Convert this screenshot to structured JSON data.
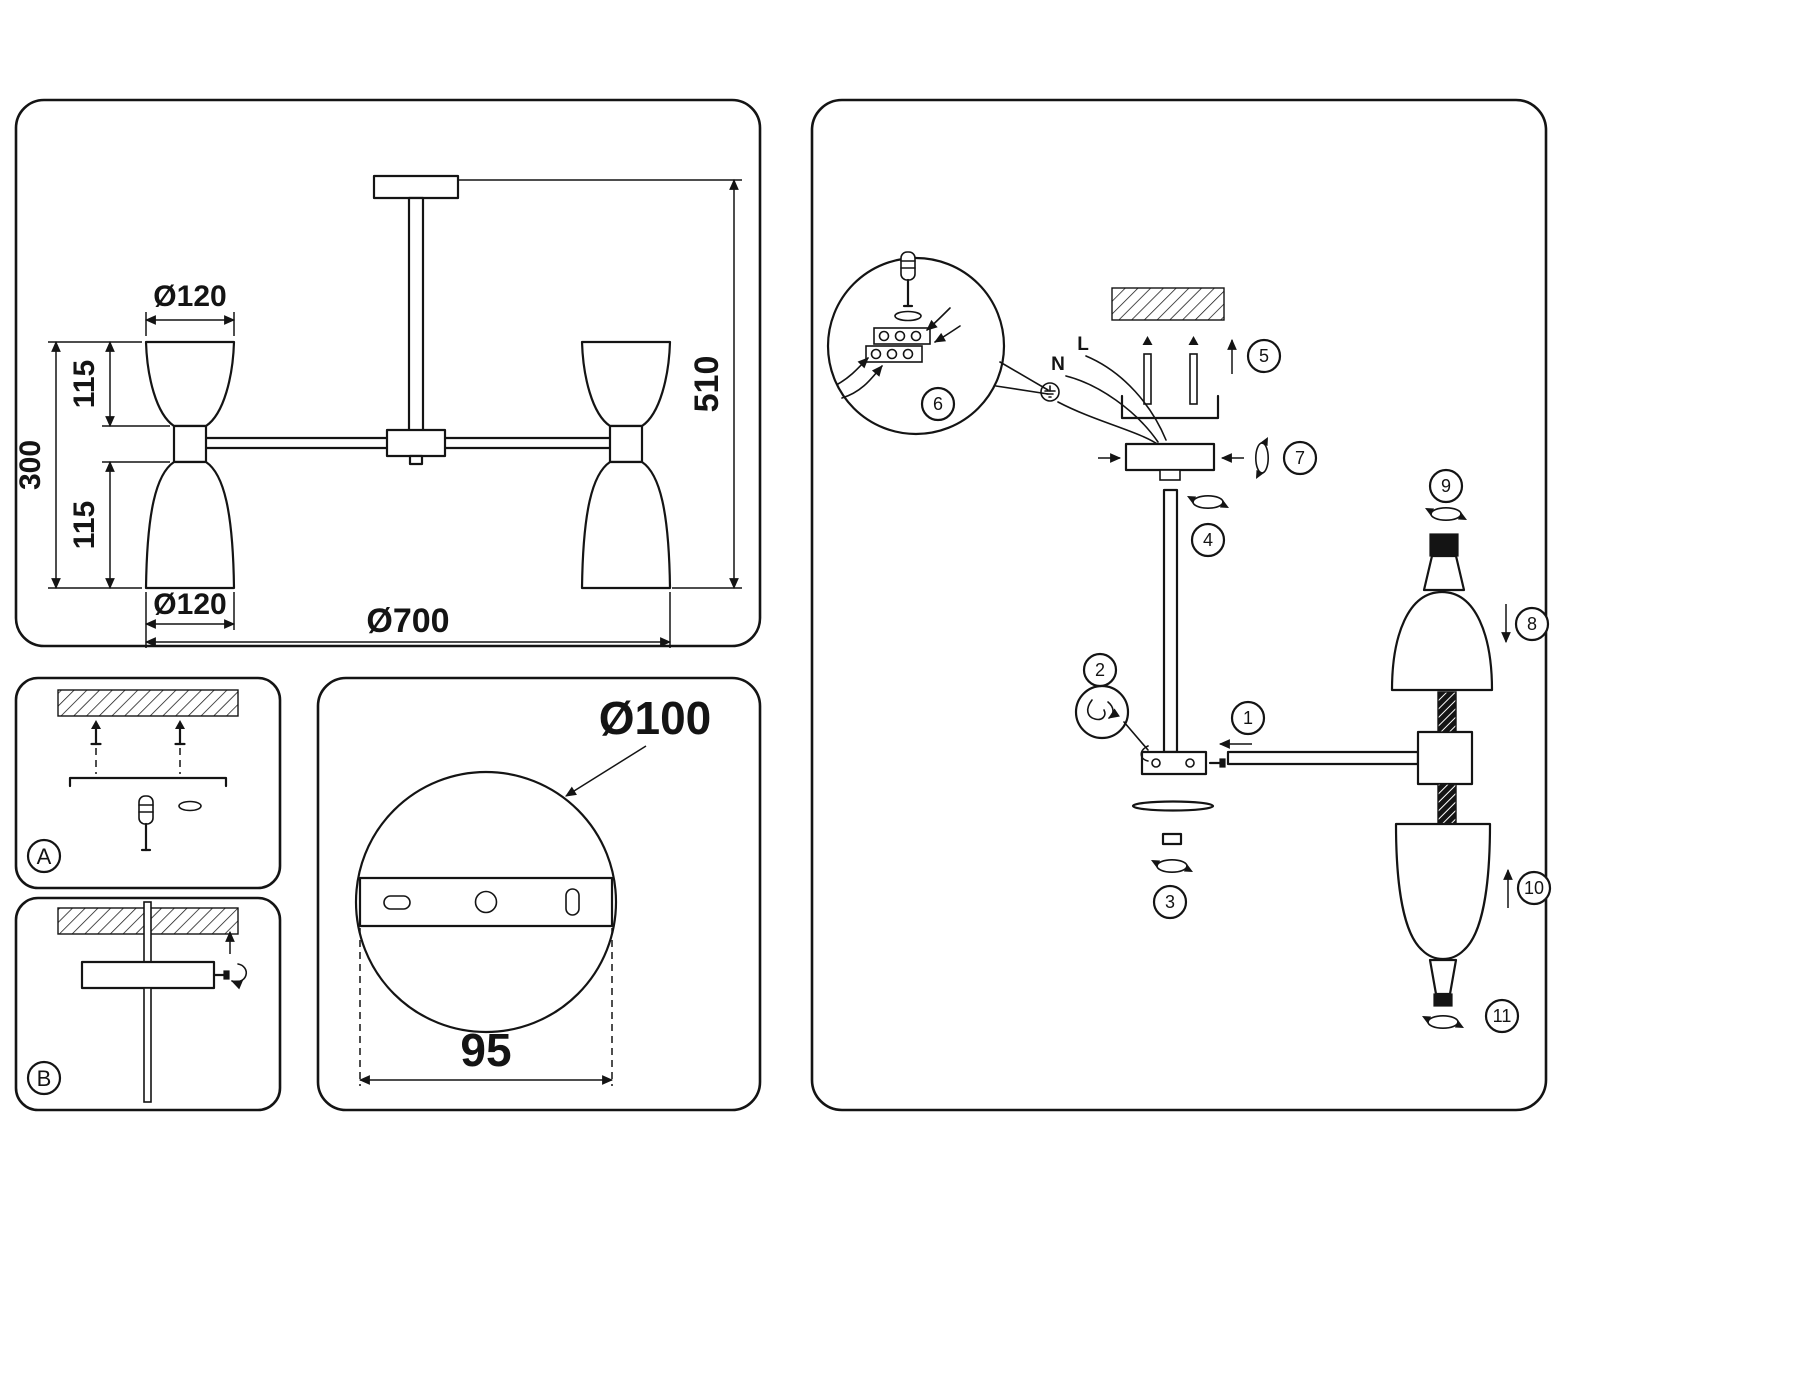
{
  "sheet": {
    "background": "#ffffff",
    "ink": "#141414"
  },
  "dim_panel": {
    "top_shade_diameter": "Ø120",
    "top_shade_height": "115",
    "body_height": "300",
    "bottom_shade_height": "115",
    "bottom_shade_diameter": "Ø120",
    "fixture_diameter": "Ø700",
    "fixture_height": "510"
  },
  "mount_panel_a": {
    "label": "A"
  },
  "mount_panel_b": {
    "label": "B"
  },
  "plate_panel": {
    "plate_diameter": "Ø100",
    "slot_spacing": "95"
  },
  "assembly_panel": {
    "wire_live_label": "L",
    "wire_neutral_label": "N",
    "steps": [
      "1",
      "2",
      "3",
      "4",
      "5",
      "6",
      "7",
      "8",
      "9",
      "10",
      "11"
    ]
  },
  "icons": {
    "rotation": "circular-arrow",
    "screwdriver": "screwdriver",
    "anchor_screw": "up-arrow-screw",
    "ground": "earth-symbol"
  }
}
